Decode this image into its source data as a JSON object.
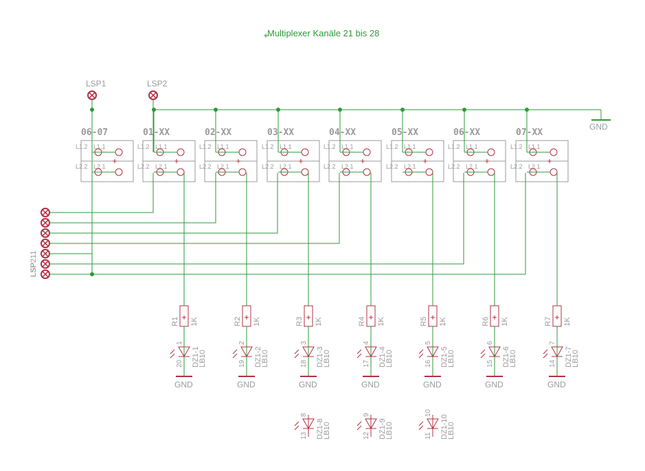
{
  "title": "Multiplexer Kanäle 21 bis 28",
  "ground_label": "GND",
  "speakers": [
    {
      "label": "LSP1"
    },
    {
      "label": "LSP2"
    }
  ],
  "relays": [
    {
      "name": "06-07",
      "contact_top_l": "L1.2",
      "contact_top_r": "L1.1",
      "contact_bot_l": "L2.2",
      "contact_bot_r": "L2.1"
    },
    {
      "name": "01-XX",
      "contact_top_l": "L1.2",
      "contact_top_r": "L1.1",
      "contact_bot_l": "L2.2",
      "contact_bot_r": "L2.1"
    },
    {
      "name": "02-XX",
      "contact_top_l": "L1.2",
      "contact_top_r": "L1.1",
      "contact_bot_l": "L2.2",
      "contact_bot_r": "L2.1"
    },
    {
      "name": "03-XX",
      "contact_top_l": "L1.2",
      "contact_top_r": "L1.1",
      "contact_bot_l": "L2.2",
      "contact_bot_r": "L2.1"
    },
    {
      "name": "04-XX",
      "contact_top_l": "L1.2",
      "contact_top_r": "L1.1",
      "contact_bot_l": "L2.2",
      "contact_bot_r": "L2.1"
    },
    {
      "name": "05-XX",
      "contact_top_l": "L1.2",
      "contact_top_r": "L1.1",
      "contact_bot_l": "L2.2",
      "contact_bot_r": "L2.1"
    },
    {
      "name": "06-XX",
      "contact_top_l": "L1.2",
      "contact_top_r": "L1.1",
      "contact_bot_l": "L2.2",
      "contact_bot_r": "L2.1"
    },
    {
      "name": "07-XX",
      "contact_top_l": "L1.2",
      "contact_top_r": "L1.1",
      "contact_bot_l": "L2.2",
      "contact_bot_r": "L2.1"
    }
  ],
  "connector_labels": [
    "LSP",
    "LSP",
    "LSP",
    "LSP",
    "LSP",
    "LSP",
    "LSP211"
  ],
  "resistors": [
    {
      "ref": "R1",
      "value": "1K"
    },
    {
      "ref": "R2",
      "value": "1K"
    },
    {
      "ref": "R3",
      "value": "1K"
    },
    {
      "ref": "R4",
      "value": "1K"
    },
    {
      "ref": "R5",
      "value": "1K"
    },
    {
      "ref": "R6",
      "value": "1K"
    },
    {
      "ref": "R7",
      "value": "1K"
    }
  ],
  "leds": [
    {
      "ref": "DZ1-1",
      "type": "LB10",
      "pin_a": "1",
      "pin_c": "20"
    },
    {
      "ref": "DZ1-2",
      "type": "LB10",
      "pin_a": "2",
      "pin_c": "19"
    },
    {
      "ref": "DZ1-3",
      "type": "LB10",
      "pin_a": "3",
      "pin_c": "18"
    },
    {
      "ref": "DZ1-4",
      "type": "LB10",
      "pin_a": "4",
      "pin_c": "17"
    },
    {
      "ref": "DZ1-5",
      "type": "LB10",
      "pin_a": "5",
      "pin_c": "16"
    },
    {
      "ref": "DZ1-6",
      "type": "LB10",
      "pin_a": "6",
      "pin_c": "15"
    },
    {
      "ref": "DZ1-7",
      "type": "LB10",
      "pin_a": "7",
      "pin_c": "14"
    }
  ],
  "spare_leds": [
    {
      "ref": "DZ1-8",
      "type": "LB10",
      "pin_a": "8",
      "pin_c": "13"
    },
    {
      "ref": "DZ1-9",
      "type": "LB10",
      "pin_a": "9",
      "pin_c": "12"
    },
    {
      "ref": "DZ1-10",
      "type": "LB10",
      "pin_a": "10",
      "pin_c": "11"
    }
  ],
  "colors": {
    "wire": "#2e9a3a",
    "symbol": "#9a9a9a",
    "part": "#b03040"
  }
}
